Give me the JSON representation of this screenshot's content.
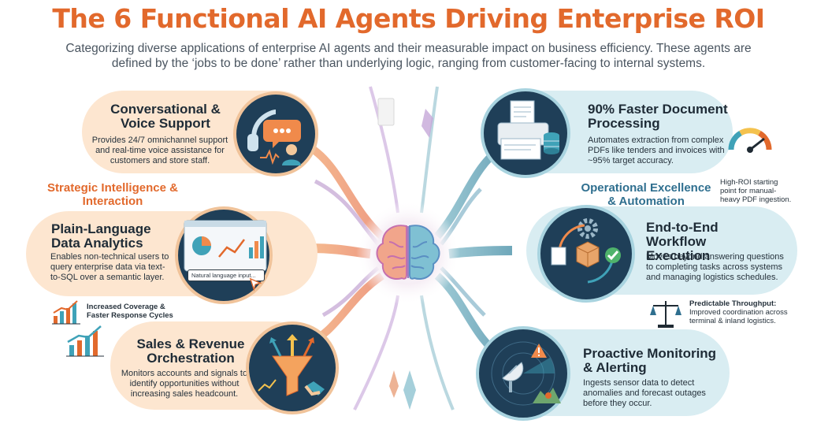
{
  "title": "The 6 Functional AI Agents Driving Enterprise ROI",
  "subtitle": "Categorizing diverse applications of enterprise AI agents and their measurable impact on business efficiency. These agents are defined by the ‘jobs to be done’ rather than underlying logic, ranging from customer-facing to internal systems.",
  "sections": {
    "left": "Strategic Intelligence & Interaction",
    "right": "Operational Excellence & Automation"
  },
  "cards": {
    "conversational": {
      "heading": "Conversational & Voice Support",
      "body": "Provides 24/7 omnichannel support and real-time voice assistance for customers and store staff."
    },
    "analytics": {
      "heading": "Plain-Language Data Analytics",
      "body": "Enables non-technical users to query enterprise data via text-to-SQL over a semantic layer.",
      "input_label": "Natural language input..."
    },
    "sales": {
      "heading": "Sales & Revenue Orchestration",
      "body": "Monitors accounts and signals to identify opportunities without increasing sales headcount."
    },
    "document": {
      "heading": "90% Faster Document Processing",
      "body": "Automates extraction from complex PDFs like tenders and invoices with ~95% target accuracy."
    },
    "workflow": {
      "heading": "End-to-End Workflow Execution",
      "body": "Moves beyond answering questions to completing tasks across systems and managing logistics schedules."
    },
    "monitoring": {
      "heading": "Proactive Monitoring & Alerting",
      "body": "Ingests sensor data to detect anomalies and forecast outages before they occur."
    }
  },
  "notes": {
    "coverage": "Increased Coverage & Faster Response Cycles",
    "roi": "High-ROI starting point for manual-heavy PDF ingestion.",
    "throughput_title": "Predictable Throughput:",
    "throughput_body": "Improved coordination across terminal & inland logistics."
  },
  "icons": [
    "headset-icon",
    "chat-icon",
    "person-icon",
    "dashboard-icon",
    "cursor-icon",
    "funnel-icon",
    "handshake-icon",
    "printer-icon",
    "database-icon",
    "gauge-icon",
    "gear-icon",
    "box-icon",
    "check-icon",
    "satellite-dish-icon",
    "warning-icon",
    "scale-icon",
    "growth-chart-icon",
    "brain-icon"
  ],
  "colors": {
    "accent_orange": "#e2692c",
    "accent_blue": "#2f6f8f",
    "dark_navy": "#1f3f58"
  }
}
